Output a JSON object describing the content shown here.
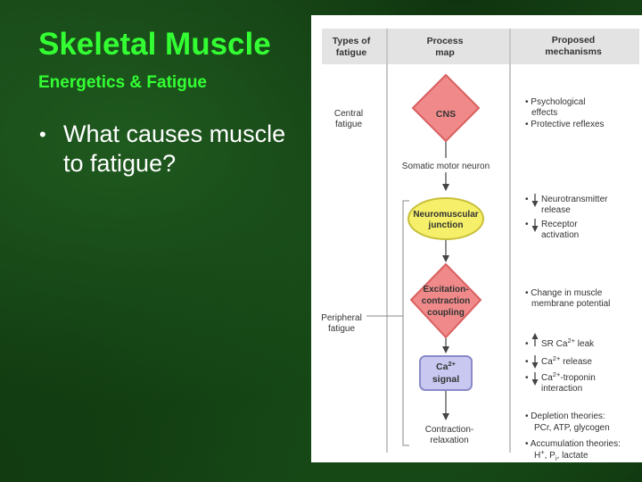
{
  "slide": {
    "title": "Skeletal Muscle",
    "subtitle": "Energetics & Fatigue",
    "bullet_symbol": "•",
    "bullet_text": "What causes muscle to fatigue?"
  },
  "diagram": {
    "headers": {
      "col1_line1": "Types of",
      "col1_line2": "fatigue",
      "col2_line1": "Process",
      "col2_line2": "map",
      "col3_line1": "Proposed",
      "col3_line2": "mechanisms"
    },
    "fatigue_types": {
      "central_line1": "Central",
      "central_line2": "fatigue",
      "peripheral_line1": "Peripheral",
      "peripheral_line2": "fatigue"
    },
    "process": {
      "cns": "CNS",
      "somatic": "Somatic motor neuron",
      "nmj_line1": "Neuromuscular",
      "nmj_line2": "junction",
      "ecc_line1": "Excitation-",
      "ecc_line2": "contraction",
      "ecc_line3": "coupling",
      "ca_main": "Ca",
      "ca_sup": "2+",
      "ca_line2": "signal",
      "cr_line1": "Contraction-",
      "cr_line2": "relaxation"
    },
    "mechanisms": {
      "psych_line1": "• Psychological",
      "psych_line2": "effects",
      "reflex": "• Protective reflexes",
      "nt_line1": "Neurotransmitter",
      "nt_line2": "release",
      "rec_line1": "Receptor",
      "rec_line2": "activation",
      "memb_line1": "• Change in muscle",
      "memb_line2": "membrane potential",
      "sr_prefix": "SR Ca",
      "sr_sup": "2+",
      "sr_suffix": " leak",
      "rel_prefix": "Ca",
      "rel_sup": "2+",
      "rel_suffix": " release",
      "trop_prefix": "Ca",
      "trop_sup": "2+",
      "trop_suffix": "-troponin",
      "trop_line2": "interaction",
      "dep_line1": "• Depletion theories:",
      "dep_line2": "PCr, ATP, glycogen",
      "acc_line1": "• Accumulation theories:",
      "acc_h": "H",
      "acc_hsup": "+",
      "acc_p": ", P",
      "acc_psub": "i",
      "acc_rest": ", lactate"
    },
    "colors": {
      "header_bg": "#e3e3e3",
      "label_text": "#333333",
      "red_fill": "#f08a8a",
      "red_stroke": "#d95f5f",
      "yellow_fill": "#f5ef6a",
      "yellow_stroke": "#c8c03a",
      "blue_fill": "#c8c8f0",
      "blue_stroke": "#8a8ac8",
      "arrow": "#444444"
    }
  }
}
